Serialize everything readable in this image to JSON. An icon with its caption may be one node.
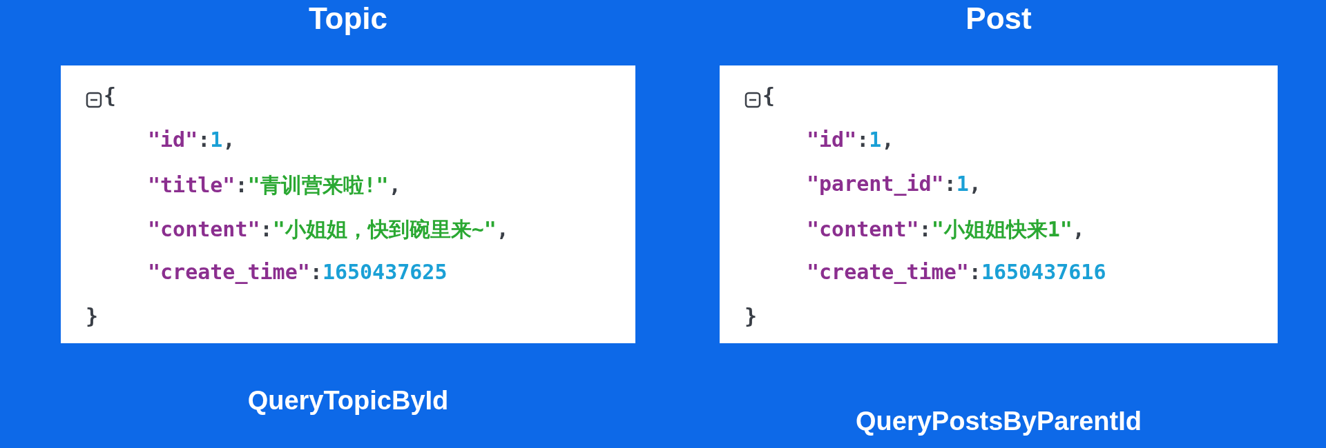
{
  "diagram": {
    "nodes": [
      {
        "text": [
          "Topic",
          "{",
          "\"id\":1,",
          "\"title\":\"青训营来啦!\",",
          "\"content\":\"小姐姐，快到碗里来~\",",
          "\"create_time\":1650437625",
          "}"
        ],
        "beside": [
          "QueryTopicById"
        ]
      },
      {
        "text": [
          "Post",
          "{",
          "\"id\":1,",
          "\"parent_id\":1,",
          "\"content\":\"小姐姐快来1\",",
          "\"create_time\":1650437616",
          "}"
        ],
        "beside": [
          "QueryPostsByParentId"
        ]
      }
    ]
  }
}
